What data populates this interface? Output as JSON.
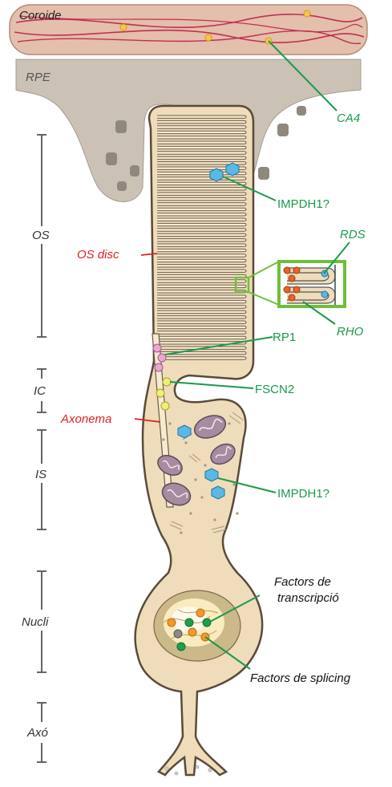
{
  "layers": {
    "choroid": "Coroide",
    "rpe": "RPE"
  },
  "regions": {
    "os": "OS",
    "ic": "IC",
    "is": "IS",
    "nucleus": "Nucli",
    "axon": "Axó"
  },
  "structures": {
    "os_disc": "OS disc",
    "axoneme": "Axonema"
  },
  "proteins": {
    "ca4": "CA4",
    "impdh1_top": "IMPDH1?",
    "rds": "RDS",
    "rho": "RHO",
    "rp1": "RP1",
    "fscn2": "FSCN2",
    "impdh1_is": "IMPDH1?"
  },
  "factors": {
    "transcription_line1": "Factors de",
    "transcription_line2": "transcripció",
    "splicing": "Factors de splicing"
  },
  "colors": {
    "cell_fill": "#efdcba",
    "cell_stroke": "#5a4a3a",
    "choroid_fill": "#e3bfac",
    "rpe_fill": "#cbc2b5",
    "protein_label": "#1a9a4a",
    "structure_label": "#e02020",
    "region_label": "#333333",
    "mitochondria": "#a88ba0"
  }
}
